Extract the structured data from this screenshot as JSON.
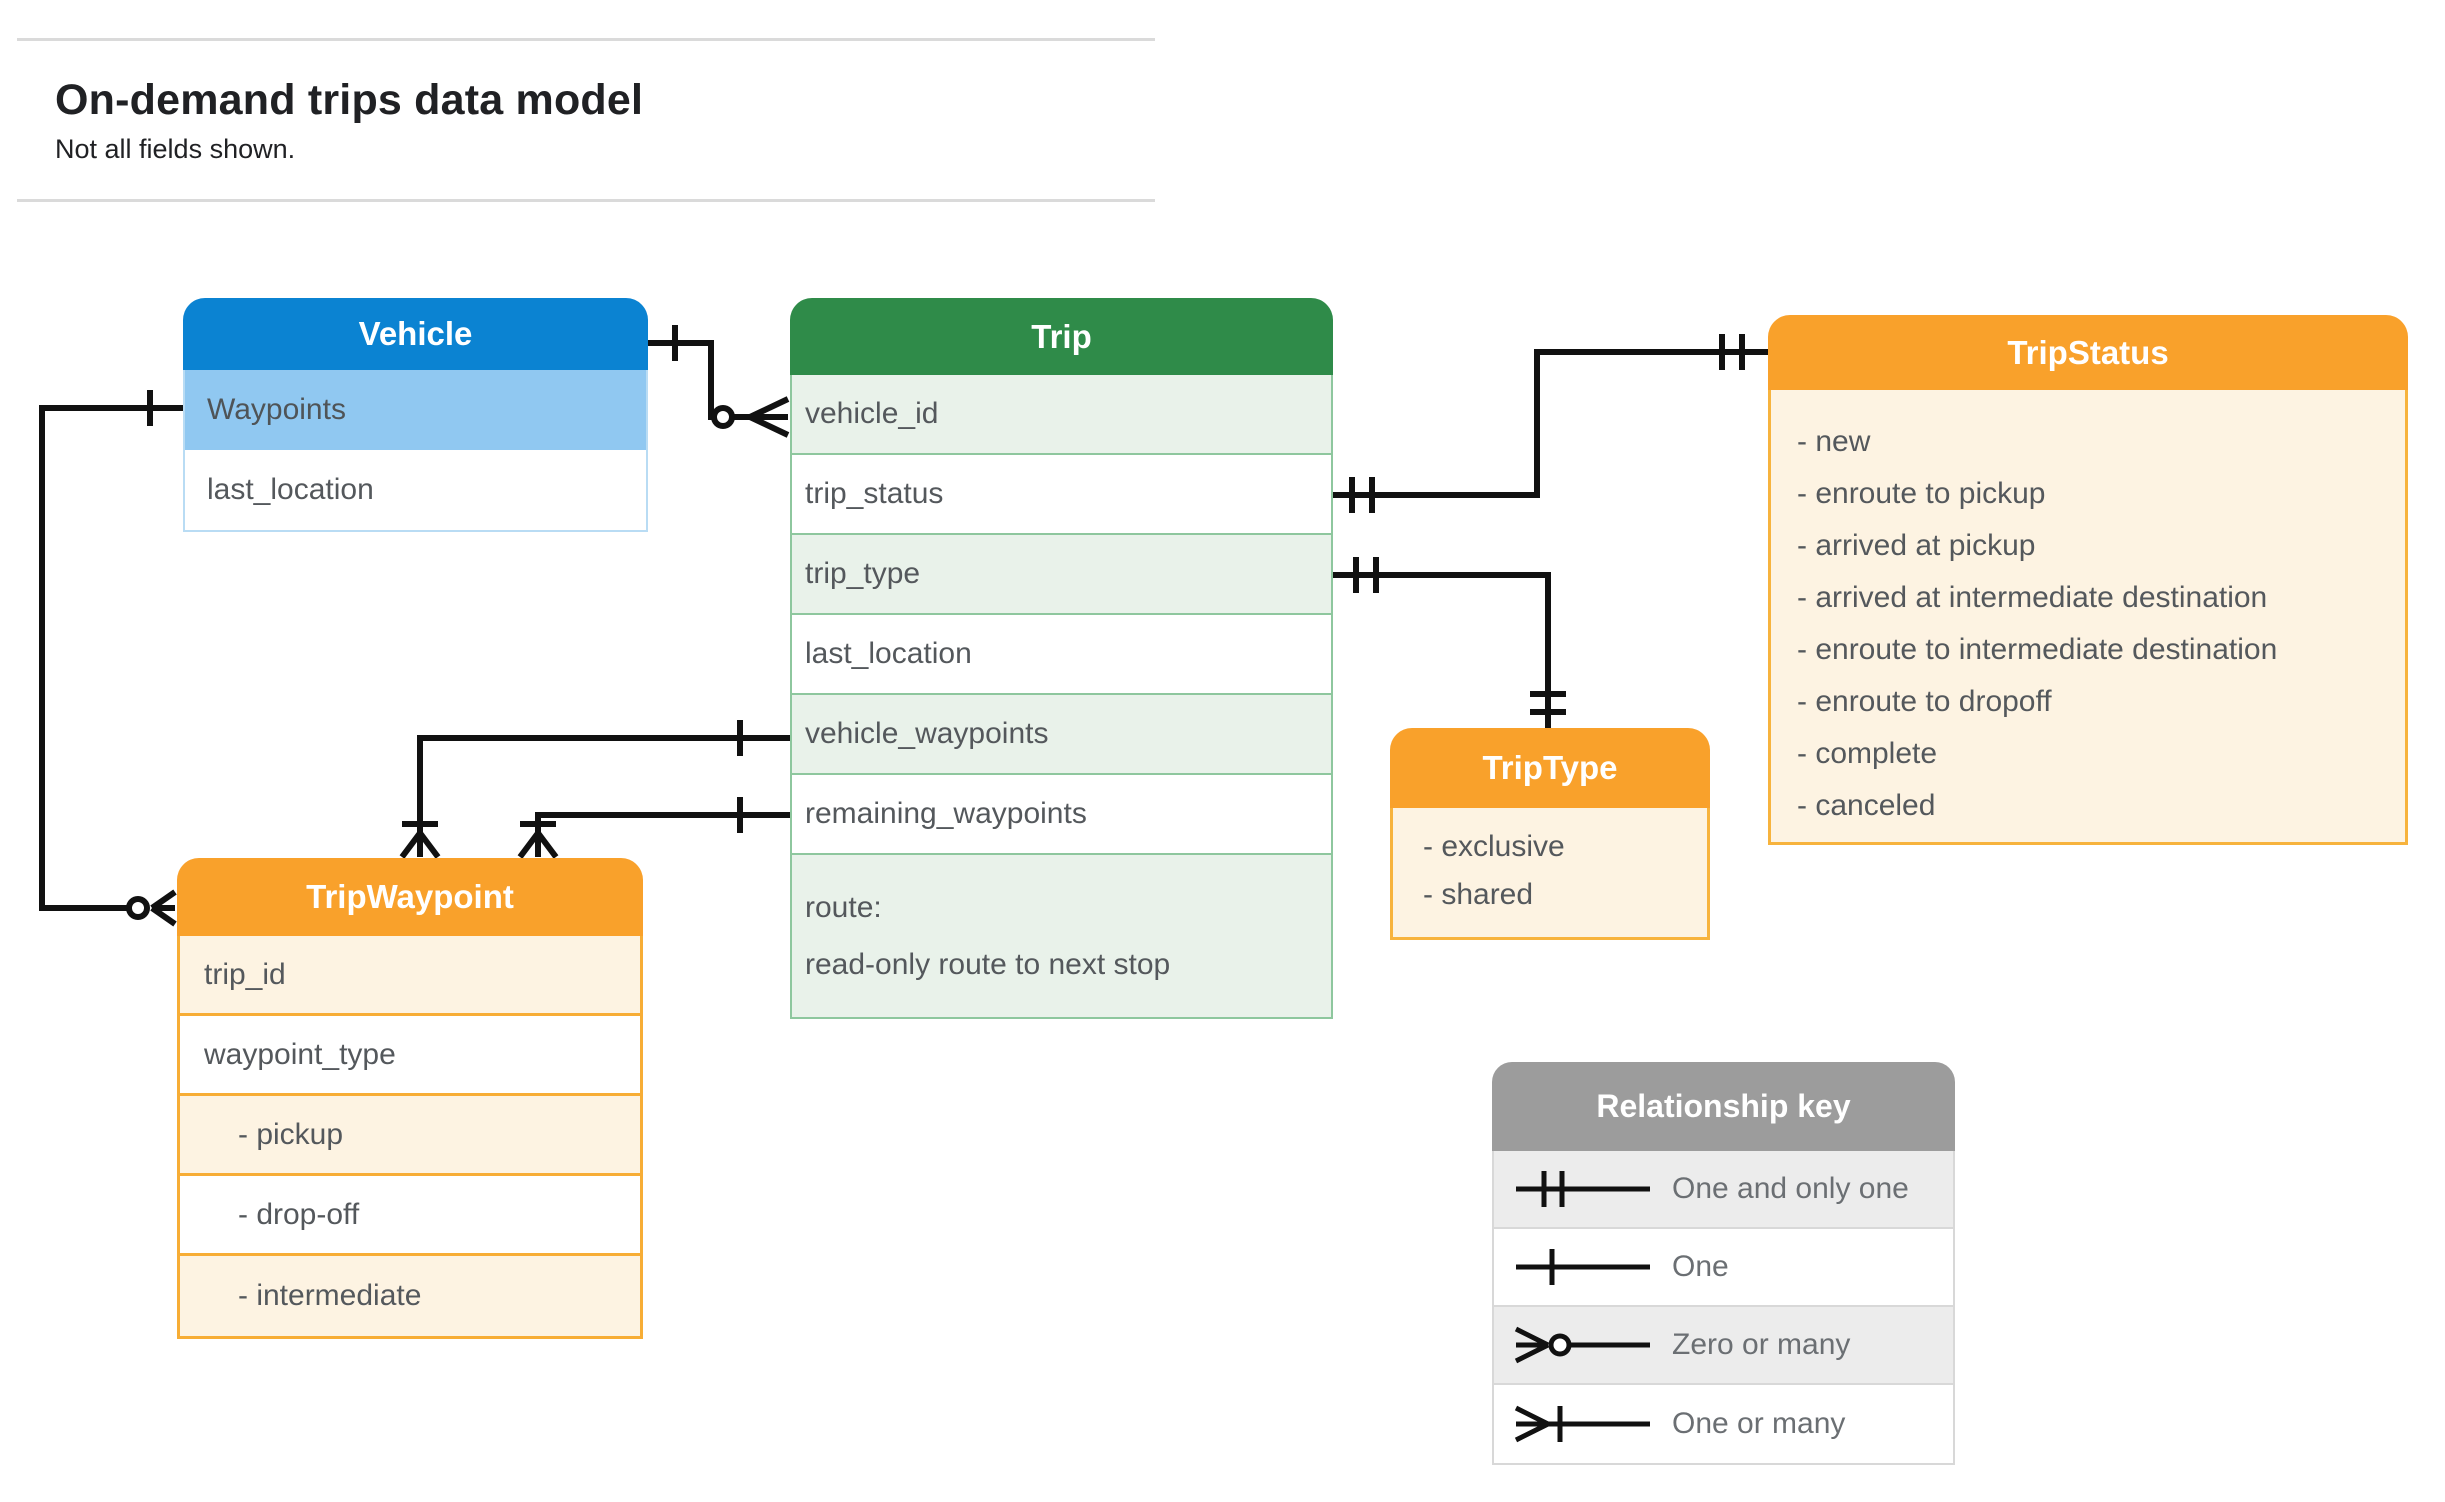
{
  "page": {
    "title": "On-demand trips data model",
    "subtitle": "Not all fields shown."
  },
  "colors": {
    "vehicle_header": "#0b83d2",
    "vehicle_field_highlight": "#90c8f1",
    "trip_header": "#2f8b49",
    "trip_row_tint": "#e9f2ea",
    "enum_header": "#f9a12b",
    "enum_row_tint": "#fdf3e2",
    "legend_header": "#9c9c9c",
    "legend_row_tint": "#ececec",
    "connector": "#111111"
  },
  "entities": {
    "vehicle": {
      "title": "Vehicle",
      "fields": [
        "Waypoints",
        "last_location"
      ]
    },
    "trip": {
      "title": "Trip",
      "fields": [
        "vehicle_id",
        "trip_status",
        "trip_type",
        "last_location",
        "vehicle_waypoints",
        "remaining_waypoints"
      ],
      "route_lines": [
        "route:",
        "read-only route to next stop"
      ]
    },
    "trip_status": {
      "title": "TripStatus",
      "values": [
        "- new",
        "- enroute to pickup",
        "- arrived at pickup",
        "- arrived at intermediate destination",
        "- enroute to intermediate destination",
        "- enroute to dropoff",
        "- complete",
        "- canceled"
      ]
    },
    "trip_type": {
      "title": "TripType",
      "values": [
        "- exclusive",
        "- shared"
      ]
    },
    "trip_waypoint": {
      "title": "TripWaypoint",
      "fields": [
        "trip_id",
        "waypoint_type"
      ],
      "values": [
        "- pickup",
        "- drop-off",
        "- intermediate"
      ]
    }
  },
  "legend": {
    "title": "Relationship key",
    "items": [
      {
        "symbol": "one-and-only-one",
        "label": "One and only one"
      },
      {
        "symbol": "one",
        "label": "One"
      },
      {
        "symbol": "zero-or-many",
        "label": "Zero or many"
      },
      {
        "symbol": "one-or-many",
        "label": "One or many"
      }
    ]
  }
}
